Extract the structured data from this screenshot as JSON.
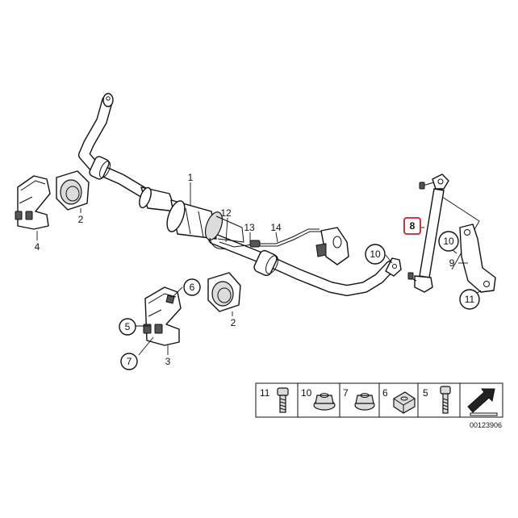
{
  "diagram": {
    "callouts": [
      {
        "id": "c1",
        "label": "1"
      },
      {
        "id": "c2a",
        "label": "2"
      },
      {
        "id": "c2b",
        "label": "2"
      },
      {
        "id": "c3",
        "label": "3"
      },
      {
        "id": "c4",
        "label": "4"
      },
      {
        "id": "c5",
        "label": "5"
      },
      {
        "id": "c6",
        "label": "6"
      },
      {
        "id": "c7",
        "label": "7"
      },
      {
        "id": "c8",
        "label": "8"
      },
      {
        "id": "c9",
        "label": "9"
      },
      {
        "id": "c10a",
        "label": "10"
      },
      {
        "id": "c10b",
        "label": "10"
      },
      {
        "id": "c11",
        "label": "11"
      },
      {
        "id": "c12",
        "label": "12"
      },
      {
        "id": "c13",
        "label": "13"
      },
      {
        "id": "c14",
        "label": "14"
      }
    ],
    "legend": [
      {
        "label": "11",
        "icon": "bolt-icon"
      },
      {
        "label": "10",
        "icon": "flange-nut-icon"
      },
      {
        "label": "7",
        "icon": "flange-nut-icon"
      },
      {
        "label": "6",
        "icon": "square-nut-icon"
      },
      {
        "label": "5",
        "icon": "bolt-icon"
      }
    ],
    "sheet_number": "00123906",
    "highlight_color": "#cc1f2e"
  }
}
